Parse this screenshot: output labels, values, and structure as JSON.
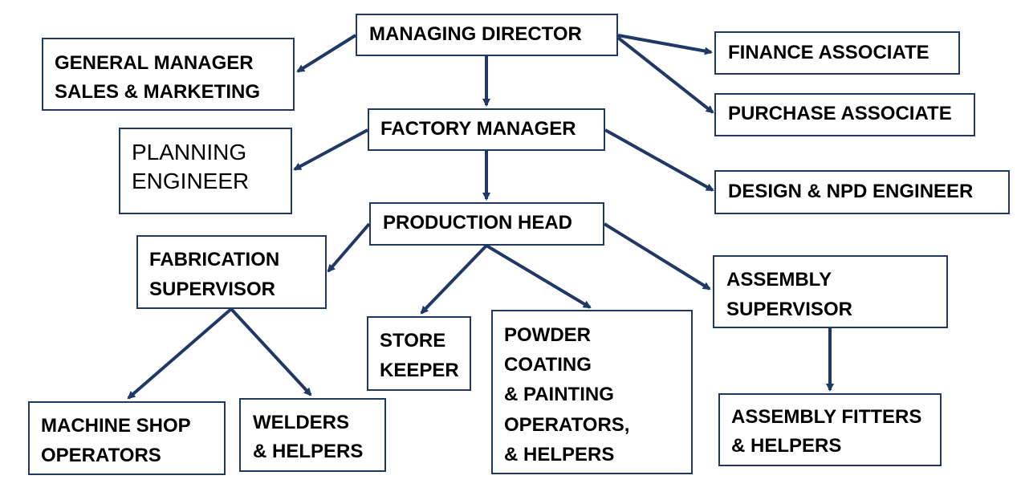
{
  "line_color": "#1f3864",
  "nodes": {
    "managing_director": [
      "MANAGING DIRECTOR"
    ],
    "gm_sales": [
      "GENERAL MANAGER",
      "SALES & MARKETING"
    ],
    "finance": [
      "FINANCE ASSOCIATE"
    ],
    "purchase": [
      "PURCHASE ASSOCIATE"
    ],
    "factory_manager": [
      "FACTORY MANAGER"
    ],
    "planning": [
      "PLANNING",
      "ENGINEER"
    ],
    "design": [
      "DESIGN & NPD ENGINEER"
    ],
    "production_head": [
      "PRODUCTION HEAD"
    ],
    "fabrication": [
      "FABRICATION",
      "SUPERVISOR"
    ],
    "assembly_sup": [
      "ASSEMBLY",
      "SUPERVISOR"
    ],
    "store": [
      "STORE",
      "KEEPER"
    ],
    "powder": [
      "POWDER",
      "COATING",
      "& PAINTING",
      "OPERATORS,",
      "& HELPERS"
    ],
    "machine_shop": [
      "MACHINE SHOP",
      "OPERATORS"
    ],
    "welders": [
      "WELDERS",
      "& HELPERS"
    ],
    "assembly_fitters": [
      "ASSEMBLY FITTERS",
      "& HELPERS"
    ]
  },
  "edges": [
    [
      "managing_director",
      "gm_sales"
    ],
    [
      "managing_director",
      "finance"
    ],
    [
      "managing_director",
      "purchase"
    ],
    [
      "managing_director",
      "factory_manager"
    ],
    [
      "factory_manager",
      "planning"
    ],
    [
      "factory_manager",
      "design"
    ],
    [
      "factory_manager",
      "production_head"
    ],
    [
      "production_head",
      "fabrication"
    ],
    [
      "production_head",
      "store"
    ],
    [
      "production_head",
      "powder"
    ],
    [
      "production_head",
      "assembly_sup"
    ],
    [
      "fabrication",
      "machine_shop"
    ],
    [
      "fabrication",
      "welders"
    ],
    [
      "assembly_sup",
      "assembly_fitters"
    ]
  ]
}
